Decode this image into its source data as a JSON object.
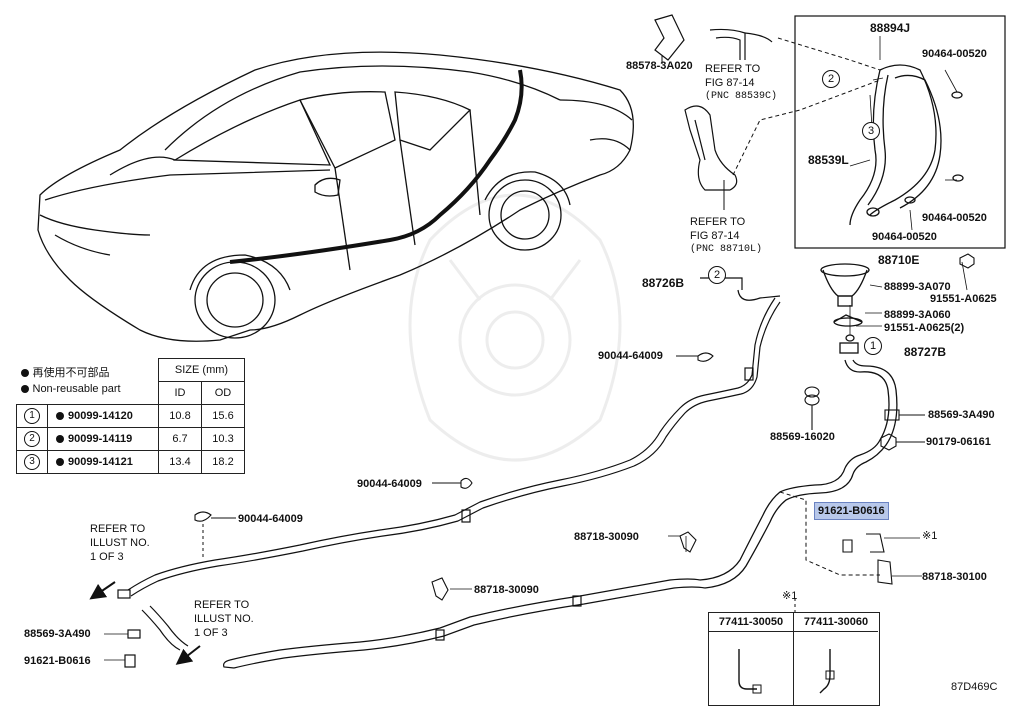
{
  "parts": {
    "p88578": "88578-3A020",
    "p88894J": "88894J",
    "p90464_a": "90464-00520",
    "p88539L": "88539L",
    "p90464_b": "90464-00520",
    "p90464_c": "90464-00520",
    "p88710E": "88710E",
    "p91551_a": "91551-A0625",
    "p88899_70": "88899-3A070",
    "p88899_60": "88899-3A060",
    "p91551_b": "91551-A0625(2)",
    "p88727B": "88727B",
    "p88726B": "88726B",
    "p90044_1": "90044-64009",
    "p88569_3A490_r": "88569-3A490",
    "p88569_16020": "88569-16020",
    "p90179": "90179-06161",
    "p90044_2": "90044-64009",
    "p90044_3": "90044-64009",
    "p91621_hl": "91621-B0616",
    "p88718_1": "88718-30090",
    "p88718_2": "88718-30090",
    "p88718_30100": "88718-30100",
    "p88569_3A490_l": "88569-3A490",
    "p91621_l": "91621-B0616",
    "p77411_50": "77411-30050",
    "p77411_60": "77411-30060"
  },
  "notes": {
    "refer_top_line1": "REFER TO",
    "refer_top_line2": "FIG 87-14",
    "refer_top_pnc": "(PNC 88539C)",
    "refer_mid_line1": "REFER TO",
    "refer_mid_line2": "FIG 87-14",
    "refer_mid_pnc": "(PNC 88710L)",
    "refer_left_a1": "REFER TO",
    "refer_left_a2": "ILLUST NO.",
    "refer_left_a3": "1 OF 3",
    "refer_left_b1": "REFER TO",
    "refer_left_b2": "ILLUST NO.",
    "refer_left_b3": "1 OF 3",
    "note_mark": "※1",
    "note_mark_sub": "※1",
    "diagram_code": "87D469C"
  },
  "bubbles": {
    "b2_top": "2",
    "b3_top": "3",
    "b2_mid": "2",
    "b1_mid": "1"
  },
  "legend": {
    "line_jp": "再使用不可部品",
    "line_en": "Non-reusable part",
    "size_header": "SIZE  (mm)",
    "col_id": "ID",
    "col_od": "OD",
    "rows": [
      {
        "num": "1",
        "part": "90099-14120",
        "id": "10.8",
        "od": "15.6"
      },
      {
        "num": "2",
        "part": "90099-14119",
        "id": "6.7",
        "od": "10.3"
      },
      {
        "num": "3",
        "part": "90099-14121",
        "id": "13.4",
        "od": "18.2"
      }
    ]
  }
}
